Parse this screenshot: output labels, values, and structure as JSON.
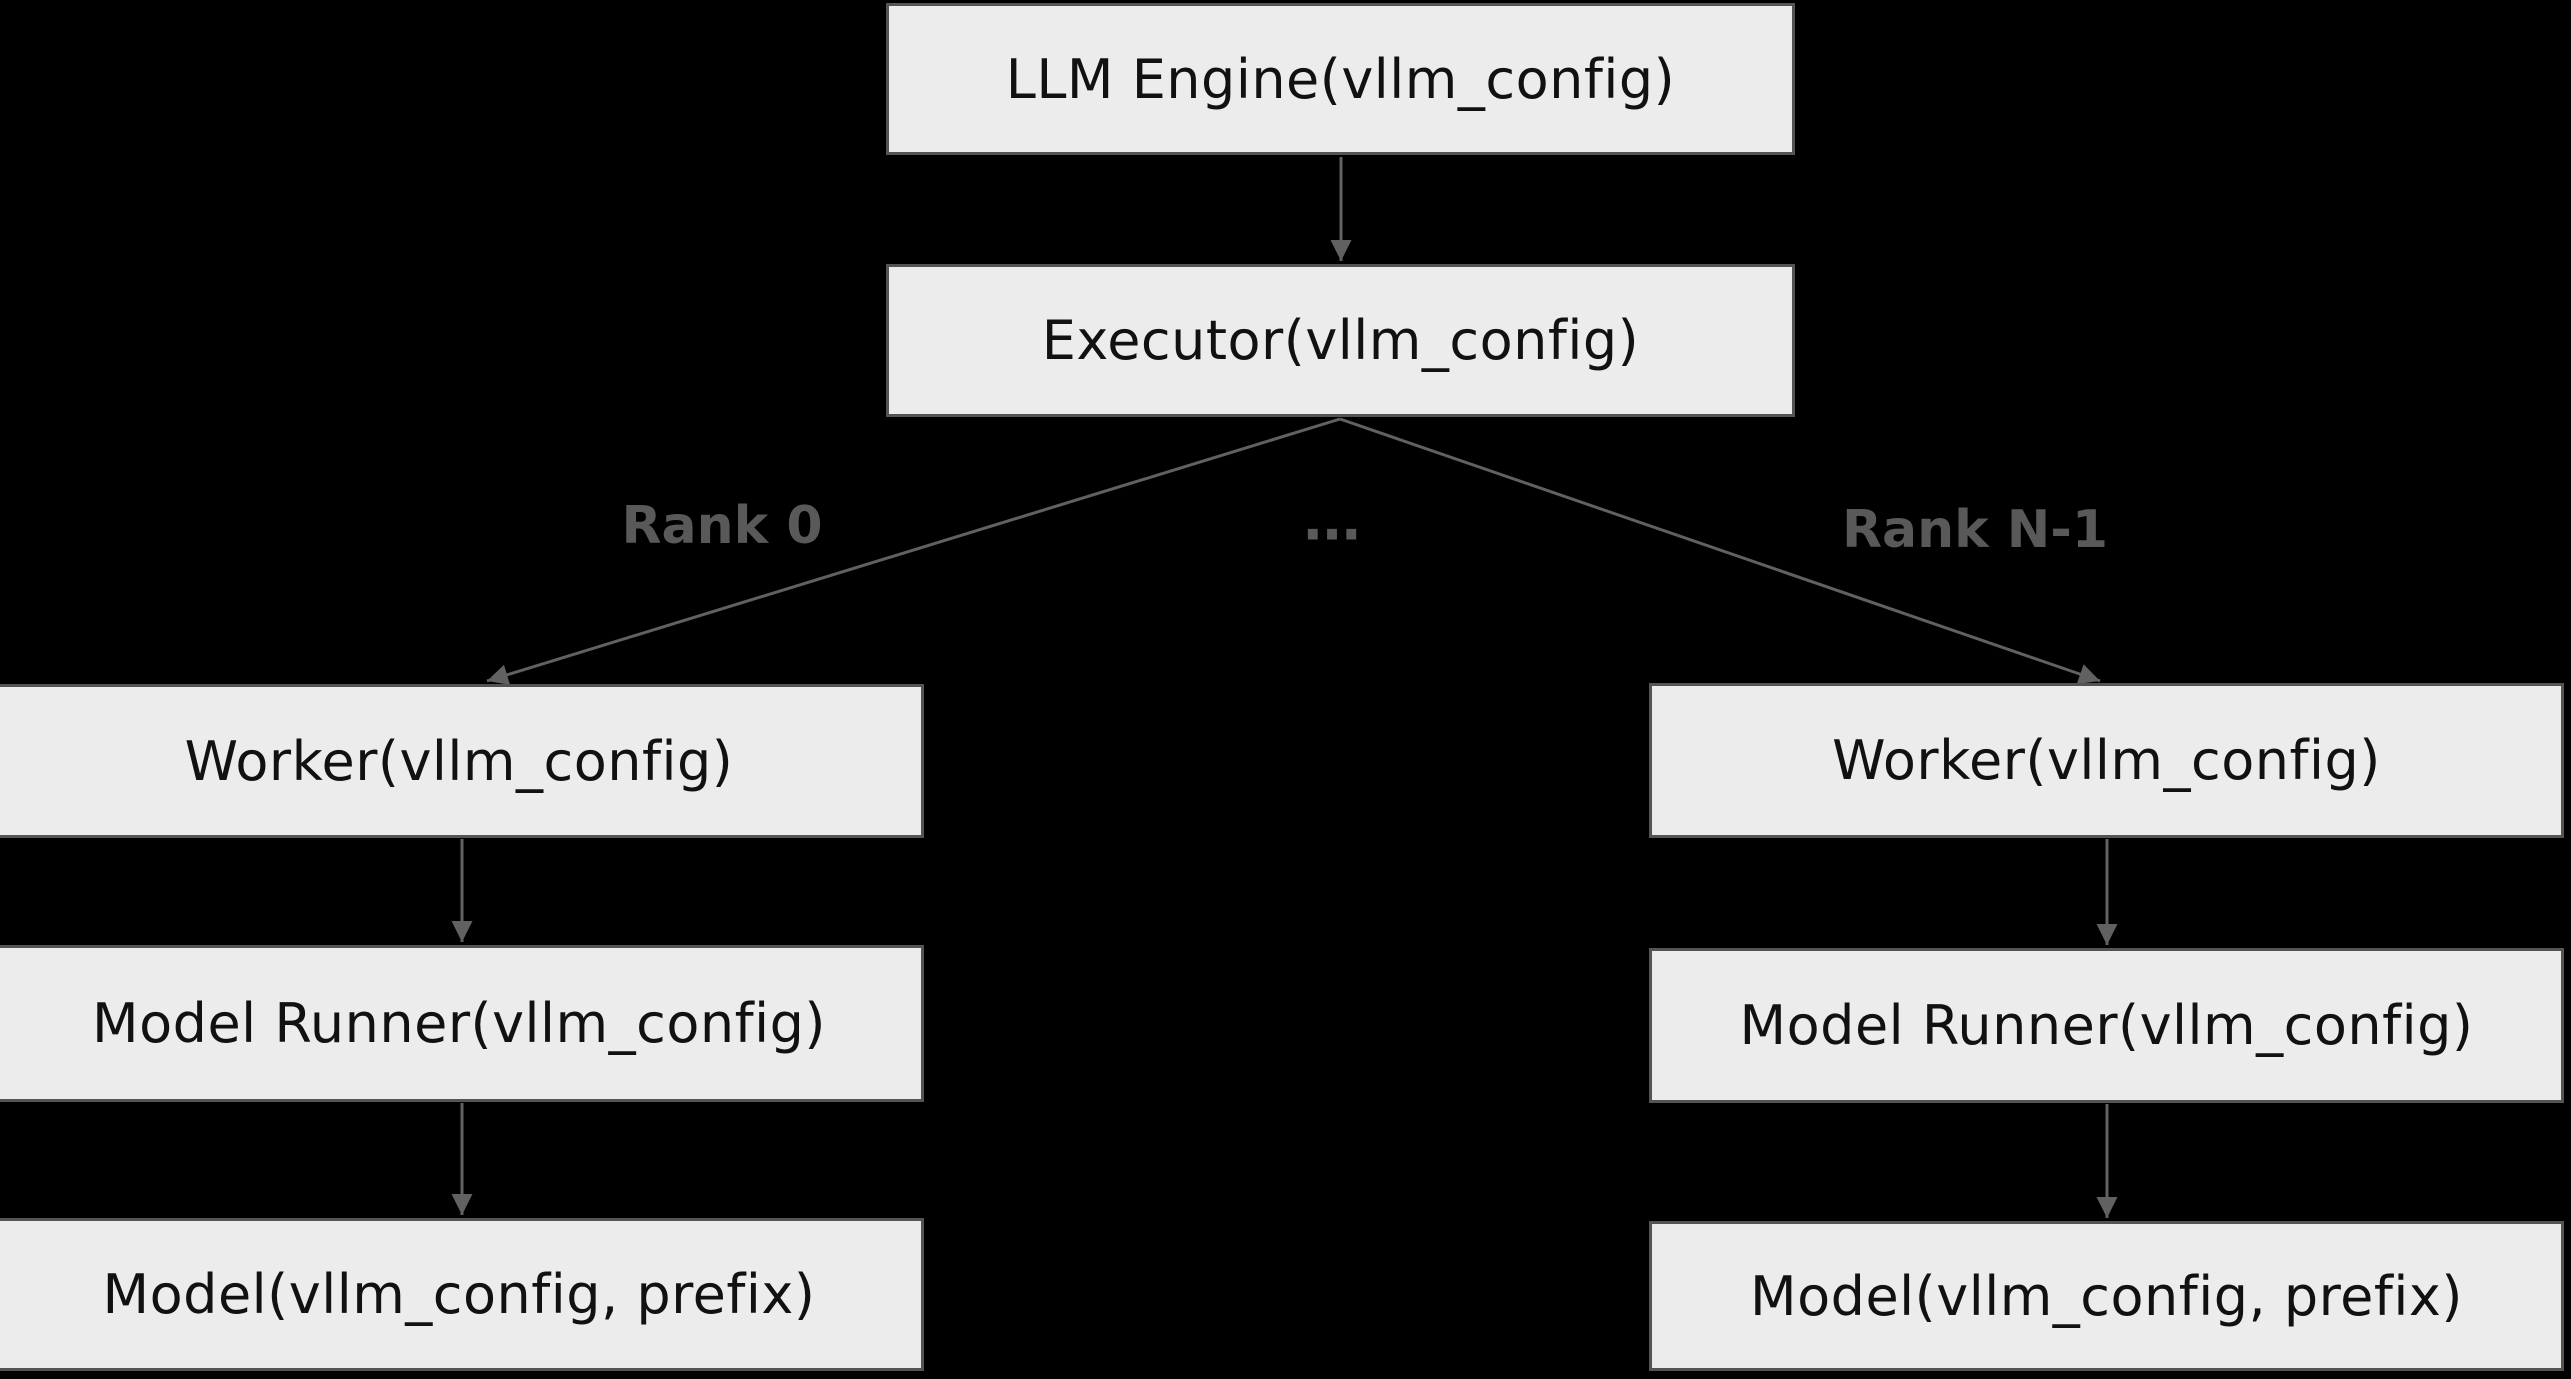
{
  "colors": {
    "background": "#000000",
    "node_fill": "#ececec",
    "node_border": "#545454",
    "node_text": "#111111",
    "edge_color": "#616161",
    "edge_label_color": "#595959"
  },
  "nodes": [
    {
      "id": "llm-engine",
      "label": "LLM Engine(vllm_config)"
    },
    {
      "id": "executor",
      "label": "Executor(vllm_config)"
    },
    {
      "id": "worker-left",
      "label": "Worker(vllm_config)"
    },
    {
      "id": "model-runner-left",
      "label": "Model Runner(vllm_config)"
    },
    {
      "id": "model-left",
      "label": "Model(vllm_config, prefix)"
    },
    {
      "id": "worker-right",
      "label": "Worker(vllm_config)"
    },
    {
      "id": "model-runner-right",
      "label": "Model Runner(vllm_config)"
    },
    {
      "id": "model-right",
      "label": "Model(vllm_config, prefix)"
    }
  ],
  "edge_labels": [
    {
      "id": "rank-0",
      "text": "Rank 0"
    },
    {
      "id": "ellipsis",
      "text": "..."
    },
    {
      "id": "rank-n-1",
      "text": "Rank N-1"
    }
  ],
  "edges": [
    {
      "from": "LLM Engine(vllm_config)",
      "to": "Executor(vllm_config)",
      "label": ""
    },
    {
      "from": "Executor(vllm_config)",
      "to": "Worker(vllm_config) left",
      "label": "Rank 0"
    },
    {
      "from": "Executor(vllm_config)",
      "to": "Worker(vllm_config) right",
      "label": "Rank N-1"
    },
    {
      "from": "Worker(vllm_config) left",
      "to": "Model Runner(vllm_config) left",
      "label": ""
    },
    {
      "from": "Model Runner(vllm_config) left",
      "to": "Model(vllm_config, prefix) left",
      "label": ""
    },
    {
      "from": "Worker(vllm_config) right",
      "to": "Model Runner(vllm_config) right",
      "label": ""
    },
    {
      "from": "Model Runner(vllm_config) right",
      "to": "Model(vllm_config, prefix) right",
      "label": ""
    }
  ]
}
